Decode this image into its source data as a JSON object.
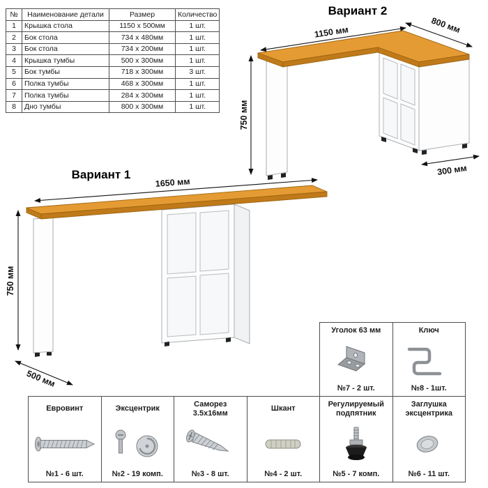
{
  "parts_table": {
    "headers": [
      "№",
      "Наименование детали",
      "Размер",
      "Количество"
    ],
    "rows": [
      {
        "num": "1",
        "name": "Крышка стола",
        "size": "1150 x 500мм",
        "qty": "1 шт."
      },
      {
        "num": "2",
        "name": "Бок стола",
        "size": "734 x 480мм",
        "qty": "1 шт."
      },
      {
        "num": "3",
        "name": "Бок стола",
        "size": "734 x 200мм",
        "qty": "1 шт."
      },
      {
        "num": "4",
        "name": "Крышка тумбы",
        "size": "500 x 300мм",
        "qty": "1 шт."
      },
      {
        "num": "5",
        "name": "Бок тумбы",
        "size": "718 x 300мм",
        "qty": "3 шт."
      },
      {
        "num": "6",
        "name": "Полка тумбы",
        "size": "468 x 300мм",
        "qty": "1 шт."
      },
      {
        "num": "7",
        "name": "Полка тумбы",
        "size": "284 x 300мм",
        "qty": "1 шт."
      },
      {
        "num": "8",
        "name": "Дно тумбы",
        "size": "800 x 300мм",
        "qty": "1 шт."
      }
    ]
  },
  "variant2": {
    "title": "Вариант 2",
    "dim_width": "1150 мм",
    "dim_depth": "800 мм",
    "dim_height": "750 мм",
    "dim_side": "300 мм"
  },
  "variant1": {
    "title": "Вариант 1",
    "dim_width": "1650 мм",
    "dim_height": "750 мм",
    "dim_depth": "500 мм"
  },
  "hardware_corner": [
    {
      "title": "Уголок 63 мм",
      "qty": "№7 - 2 шт.",
      "icon": "corner-bracket-icon"
    },
    {
      "title": "Ключ",
      "qty": "№8 - 1шт.",
      "icon": "hex-key-icon"
    }
  ],
  "hardware_bottom": [
    {
      "title": "Евровинт",
      "qty": "№1 - 6 шт.",
      "icon": "confirmat-screw-icon"
    },
    {
      "title": "Эксцентрик",
      "qty": "№2 - 19 комп.",
      "icon": "cam-lock-icon"
    },
    {
      "title": "Саморез 3.5x16мм",
      "qty": "№3 - 8 шт.",
      "icon": "screw-icon"
    },
    {
      "title": "Шкант",
      "qty": "№4 - 2 шт.",
      "icon": "dowel-icon"
    },
    {
      "title": "Регулируемый подпятник",
      "qty": "№5 - 7 комп.",
      "icon": "adjustable-foot-icon"
    },
    {
      "title": "Заглушка эксцентрика",
      "qty": "№6 - 11 шт.",
      "icon": "cam-cap-icon"
    }
  ],
  "colors": {
    "wood_top": "#e59b33",
    "wood_edge": "#c07a1a",
    "panel_white": "#fdfdfd",
    "outline_gray": "#a8aeb3",
    "dimension_black": "#111111"
  }
}
